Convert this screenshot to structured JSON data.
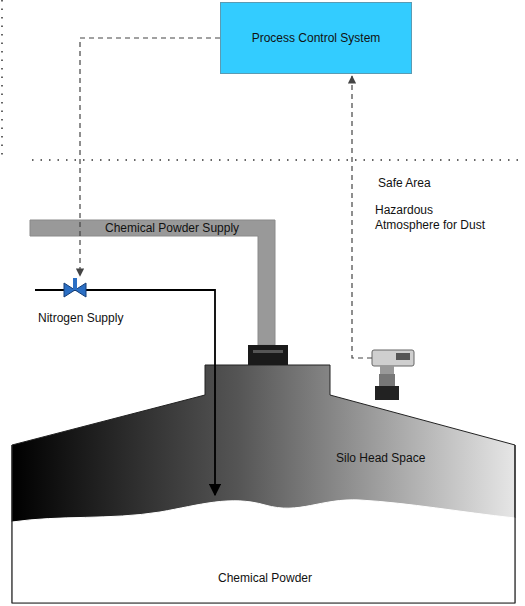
{
  "diagram": {
    "nodes": [
      {
        "text": [
          "Process Control System"
        ]
      }
    ],
    "labels": [
      "Safe Area",
      "Hazardous Atmosphere for Dust",
      "Chemical Powder Supply",
      "Nitrogen Supply",
      "Silo Head Space",
      "Chemical Powder"
    ]
  }
}
